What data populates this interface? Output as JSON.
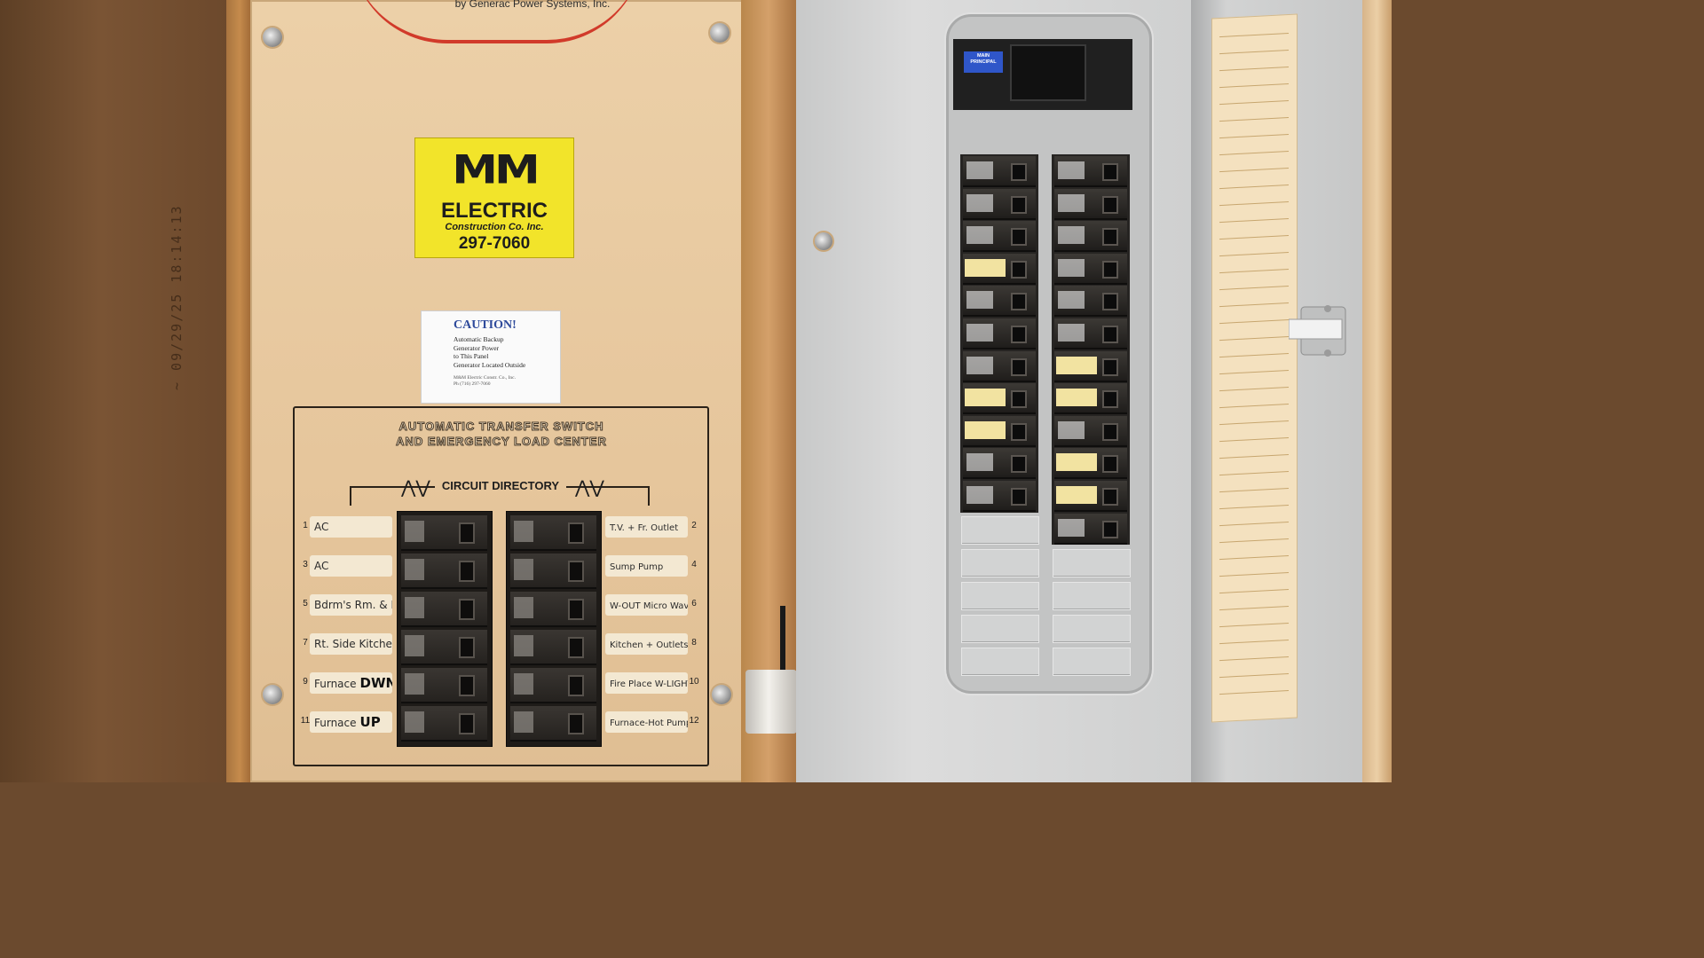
{
  "generac": {
    "byline": "by Generac Power Systems, Inc."
  },
  "wall": {
    "stamp": "~ 09/29/25  18:14:13"
  },
  "sticker": {
    "logo": "MM",
    "name": "ELECTRIC",
    "sub": "Construction Co. Inc.",
    "phone": "297-7060",
    "color": "#f2e42a"
  },
  "caution": {
    "title": "CAUTION!",
    "lines": [
      "Automatic Backup",
      "Generator Power",
      "to This Panel",
      "Generator Located Outside"
    ],
    "footer": [
      "M&M Electric Constr. Co., Inc.",
      "Ph (716) 297-7060"
    ]
  },
  "ats": {
    "title_line1": "AUTOMATIC TRANSFER SWITCH",
    "title_line2": "AND EMERGENCY LOAD CENTER",
    "directory": "CIRCUIT DIRECTORY",
    "left_circuits": [
      {
        "num": "1",
        "label": "AC"
      },
      {
        "num": "3",
        "label": "AC"
      },
      {
        "num": "5",
        "label": "Bdrm's Rm. & Living Rm."
      },
      {
        "num": "7",
        "label": "Rt. Side Kitchen Living Rm."
      },
      {
        "num": "9",
        "label": "Furnace",
        "bold": "DWN"
      },
      {
        "num": "11",
        "label": "Furnace",
        "bold": "UP"
      }
    ],
    "right_circuits": [
      {
        "num": "2",
        "label": "T.V. + Fr. Outlet"
      },
      {
        "num": "4",
        "label": "Sump Pump"
      },
      {
        "num": "6",
        "label": "W-OUT Micro Wave UP stairs"
      },
      {
        "num": "8",
        "label": "Kitchen + Outlets"
      },
      {
        "num": "10",
        "label": "Fire Place W-LIGHTS"
      },
      {
        "num": "12",
        "label": "Furnace-Hot Pump COMP-OUT"
      }
    ]
  },
  "main_panel": {
    "main_label": "MAIN PRINCIPAL",
    "left_breakers": 11,
    "right_breakers": 12,
    "blank_rows": 5
  },
  "door": {
    "label_title": "DANGER"
  }
}
